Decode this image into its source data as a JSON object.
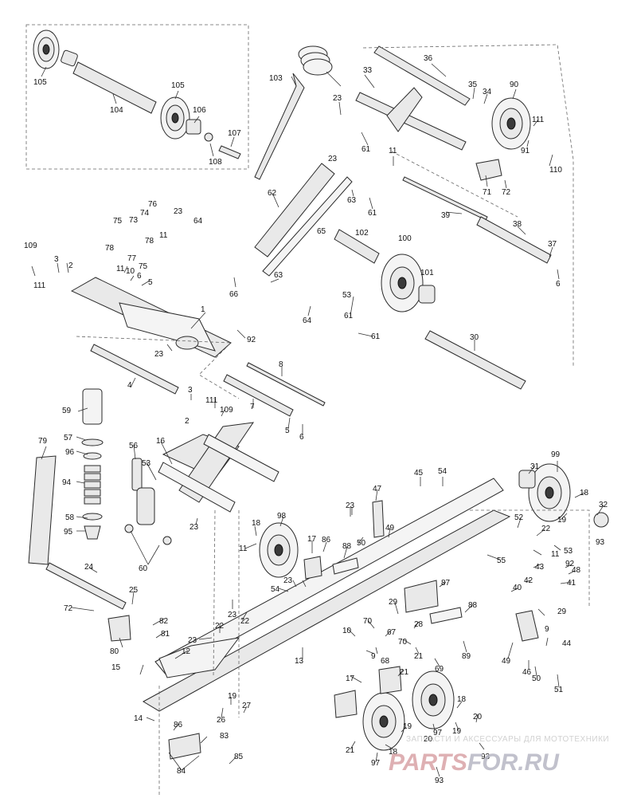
{
  "diagram": {
    "callouts": [
      {
        "id": "c105a",
        "text": "105"
      },
      {
        "id": "c104",
        "text": "104"
      },
      {
        "id": "c105b",
        "text": "105"
      },
      {
        "id": "c106",
        "text": "106"
      },
      {
        "id": "c107",
        "text": "107"
      },
      {
        "id": "c108",
        "text": "108"
      },
      {
        "id": "c103",
        "text": "103"
      },
      {
        "id": "c23a",
        "text": "23"
      },
      {
        "id": "c61a",
        "text": "61"
      },
      {
        "id": "c33",
        "text": "33"
      },
      {
        "id": "c36",
        "text": "36"
      },
      {
        "id": "c35",
        "text": "35"
      },
      {
        "id": "c34",
        "text": "34"
      },
      {
        "id": "c90",
        "text": "90"
      },
      {
        "id": "c111a",
        "text": "111"
      },
      {
        "id": "c91",
        "text": "91"
      },
      {
        "id": "c110",
        "text": "110"
      },
      {
        "id": "c11a",
        "text": "11"
      },
      {
        "id": "c71",
        "text": "71"
      },
      {
        "id": "c72a",
        "text": "72"
      },
      {
        "id": "c23b",
        "text": "23"
      },
      {
        "id": "c62",
        "text": "62"
      },
      {
        "id": "c63a",
        "text": "63"
      },
      {
        "id": "c61b",
        "text": "61"
      },
      {
        "id": "c39",
        "text": "39"
      },
      {
        "id": "c38",
        "text": "38"
      },
      {
        "id": "c37",
        "text": "37"
      },
      {
        "id": "c6a",
        "text": "6"
      },
      {
        "id": "c76",
        "text": "76"
      },
      {
        "id": "c74",
        "text": "74"
      },
      {
        "id": "c73",
        "text": "73"
      },
      {
        "id": "c75a",
        "text": "75"
      },
      {
        "id": "c11b",
        "text": "11"
      },
      {
        "id": "c78a",
        "text": "78"
      },
      {
        "id": "c78b",
        "text": "78"
      },
      {
        "id": "c77",
        "text": "77"
      },
      {
        "id": "c75b",
        "text": "75"
      },
      {
        "id": "c23c",
        "text": "23"
      },
      {
        "id": "c64a",
        "text": "64"
      },
      {
        "id": "c65",
        "text": "65"
      },
      {
        "id": "c102",
        "text": "102"
      },
      {
        "id": "c100",
        "text": "100"
      },
      {
        "id": "c101",
        "text": "101"
      },
      {
        "id": "c109a",
        "text": "109"
      },
      {
        "id": "c3a",
        "text": "3"
      },
      {
        "id": "c111b",
        "text": "111"
      },
      {
        "id": "c2a",
        "text": "2"
      },
      {
        "id": "c11c",
        "text": "11"
      },
      {
        "id": "c10a",
        "text": "10"
      },
      {
        "id": "c6b",
        "text": "6"
      },
      {
        "id": "c5a",
        "text": "5"
      },
      {
        "id": "c63b",
        "text": "63"
      },
      {
        "id": "c66",
        "text": "66"
      },
      {
        "id": "c64b",
        "text": "64"
      },
      {
        "id": "c53a",
        "text": "53"
      },
      {
        "id": "c61c",
        "text": "61"
      },
      {
        "id": "c61d",
        "text": "61"
      },
      {
        "id": "c1",
        "text": "1"
      },
      {
        "id": "c92a",
        "text": "92"
      },
      {
        "id": "c23d",
        "text": "23"
      },
      {
        "id": "c30",
        "text": "30"
      },
      {
        "id": "c8",
        "text": "8"
      },
      {
        "id": "c4",
        "text": "4"
      },
      {
        "id": "c3b",
        "text": "3"
      },
      {
        "id": "c111c",
        "text": "111"
      },
      {
        "id": "c2b",
        "text": "2"
      },
      {
        "id": "c109b",
        "text": "109"
      },
      {
        "id": "c7",
        "text": "7"
      },
      {
        "id": "c5b",
        "text": "5"
      },
      {
        "id": "c6c",
        "text": "6"
      },
      {
        "id": "c59",
        "text": "59"
      },
      {
        "id": "c57",
        "text": "57"
      },
      {
        "id": "c96",
        "text": "96"
      },
      {
        "id": "c79",
        "text": "79"
      },
      {
        "id": "c94",
        "text": "94"
      },
      {
        "id": "c58",
        "text": "58"
      },
      {
        "id": "c95",
        "text": "95"
      },
      {
        "id": "c56",
        "text": "56"
      },
      {
        "id": "c16",
        "text": "16"
      },
      {
        "id": "c53b",
        "text": "53"
      },
      {
        "id": "c23e",
        "text": "23"
      },
      {
        "id": "c60",
        "text": "60"
      },
      {
        "id": "c99",
        "text": "99"
      },
      {
        "id": "c31",
        "text": "31"
      },
      {
        "id": "c45",
        "text": "45"
      },
      {
        "id": "c54a",
        "text": "54"
      },
      {
        "id": "c47",
        "text": "47"
      },
      {
        "id": "c18a",
        "text": "18"
      },
      {
        "id": "c32",
        "text": "32"
      },
      {
        "id": "c19a",
        "text": "19"
      },
      {
        "id": "c93a",
        "text": "93"
      },
      {
        "id": "c52",
        "text": "52"
      },
      {
        "id": "c22a",
        "text": "22"
      },
      {
        "id": "c11d",
        "text": "11"
      },
      {
        "id": "c53c",
        "text": "53"
      },
      {
        "id": "c98",
        "text": "98"
      },
      {
        "id": "c23f",
        "text": "23"
      },
      {
        "id": "c49a",
        "text": "49"
      },
      {
        "id": "c18b",
        "text": "18"
      },
      {
        "id": "c11e",
        "text": "11"
      },
      {
        "id": "c17a",
        "text": "17"
      },
      {
        "id": "c86a",
        "text": "86"
      },
      {
        "id": "c88a",
        "text": "88"
      },
      {
        "id": "c50a",
        "text": "50"
      },
      {
        "id": "c55",
        "text": "55"
      },
      {
        "id": "c43",
        "text": "43"
      },
      {
        "id": "c92b",
        "text": "92"
      },
      {
        "id": "c48",
        "text": "48"
      },
      {
        "id": "c42",
        "text": "42"
      },
      {
        "id": "c41",
        "text": "41"
      },
      {
        "id": "c40",
        "text": "40"
      },
      {
        "id": "c24",
        "text": "24"
      },
      {
        "id": "c25",
        "text": "25"
      },
      {
        "id": "c72b",
        "text": "72"
      },
      {
        "id": "c54b",
        "text": "54"
      },
      {
        "id": "c23g",
        "text": "23"
      },
      {
        "id": "c87",
        "text": "87"
      },
      {
        "id": "c29a",
        "text": "29"
      },
      {
        "id": "c28",
        "text": "28"
      },
      {
        "id": "c88b",
        "text": "88"
      },
      {
        "id": "c29b",
        "text": "29"
      },
      {
        "id": "c23h",
        "text": "23"
      },
      {
        "id": "c22b",
        "text": "22"
      },
      {
        "id": "c22c",
        "text": "22"
      },
      {
        "id": "c23i",
        "text": "23"
      },
      {
        "id": "c82",
        "text": "82"
      },
      {
        "id": "c81",
        "text": "81"
      },
      {
        "id": "c80",
        "text": "80"
      },
      {
        "id": "c70a",
        "text": "70"
      },
      {
        "id": "c10b",
        "text": "10"
      },
      {
        "id": "c67",
        "text": "67"
      },
      {
        "id": "c70b",
        "text": "70"
      },
      {
        "id": "c9a",
        "text": "9"
      },
      {
        "id": "c44",
        "text": "44"
      },
      {
        "id": "c15",
        "text": "15"
      },
      {
        "id": "c12",
        "text": "12"
      },
      {
        "id": "c13",
        "text": "13"
      },
      {
        "id": "c9b",
        "text": "9"
      },
      {
        "id": "c68",
        "text": "68"
      },
      {
        "id": "c21a",
        "text": "21"
      },
      {
        "id": "c89",
        "text": "89"
      },
      {
        "id": "c69",
        "text": "69"
      },
      {
        "id": "c49b",
        "text": "49"
      },
      {
        "id": "c46",
        "text": "46"
      },
      {
        "id": "c50b",
        "text": "50"
      },
      {
        "id": "c51",
        "text": "51"
      },
      {
        "id": "c17b",
        "text": "17"
      },
      {
        "id": "c21b",
        "text": "21"
      },
      {
        "id": "c18c",
        "text": "18"
      },
      {
        "id": "c19b",
        "text": "19"
      },
      {
        "id": "c27",
        "text": "27"
      },
      {
        "id": "c26",
        "text": "26"
      },
      {
        "id": "c14",
        "text": "14"
      },
      {
        "id": "c86b",
        "text": "86"
      },
      {
        "id": "c83",
        "text": "83"
      },
      {
        "id": "c84",
        "text": "84"
      },
      {
        "id": "c85",
        "text": "85"
      },
      {
        "id": "c20a",
        "text": "20"
      },
      {
        "id": "c19c",
        "text": "19"
      },
      {
        "id": "c97a",
        "text": "97"
      },
      {
        "id": "c19d",
        "text": "19"
      },
      {
        "id": "c20b",
        "text": "20"
      },
      {
        "id": "c93b",
        "text": "93"
      },
      {
        "id": "c21c",
        "text": "21"
      },
      {
        "id": "c18d",
        "text": "18"
      },
      {
        "id": "c97b",
        "text": "97"
      },
      {
        "id": "c93c",
        "text": "93"
      }
    ]
  },
  "watermark": {
    "logo_left": "PARTS",
    "logo_right": "FOR.RU",
    "subtitle": "ЗАПЧАСТИ И АКСЕССУАРЫ ДЛЯ МОТОТЕХНИКИ",
    "color_left": "#d9a3a6",
    "color_right": "#b7b7c4"
  }
}
